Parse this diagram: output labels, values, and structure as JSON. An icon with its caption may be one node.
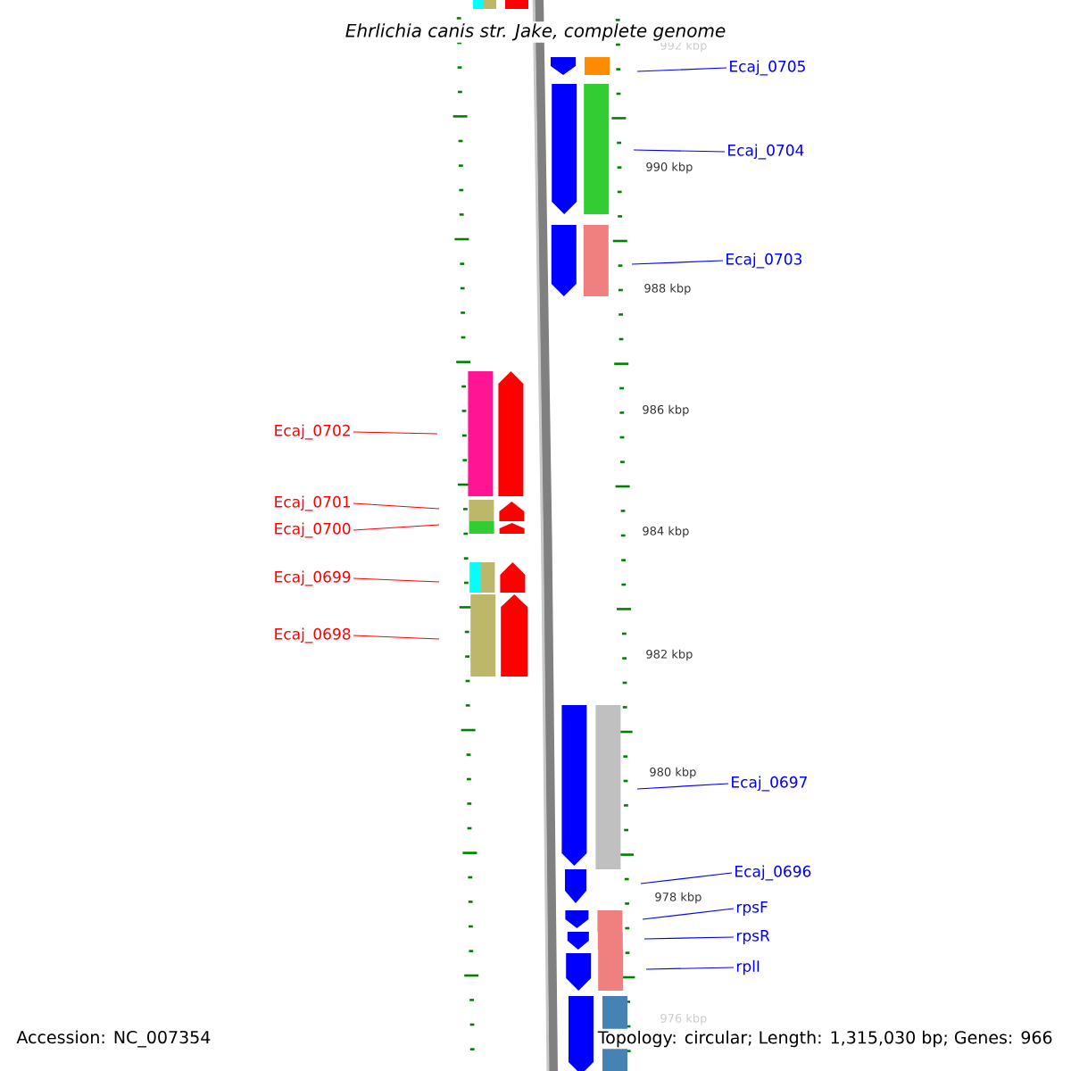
{
  "diagram": {
    "title": "*Ehrlichia canis* str. *Jake*, complete genome",
    "nodes": [
      {
        "text": [
          "Ecaj_0705"
        ]
      },
      {
        "text": [
          "Ecaj_0704"
        ]
      },
      {
        "text": [
          "Ecaj_0703"
        ]
      },
      {
        "text": [
          "Ecaj_0702"
        ]
      },
      {
        "text": [
          "Ecaj_0701"
        ]
      },
      {
        "text": [
          "Ecaj_0700"
        ]
      },
      {
        "text": [
          "Ecaj_0699"
        ]
      },
      {
        "text": [
          "Ecaj_0698"
        ]
      },
      {
        "text": [
          "Ecaj_0697"
        ]
      },
      {
        "text": [
          "Ecaj_0696"
        ]
      },
      {
        "text": [
          "rpsF"
        ]
      },
      {
        "text": [
          "rpsR"
        ]
      },
      {
        "text": [
          "rplI"
        ]
      }
    ],
    "edges": [
      {
        "from": 0,
        "to": null,
        "arrow": "none"
      },
      {
        "from": 1,
        "to": null,
        "arrow": "none"
      },
      {
        "from": 2,
        "to": null,
        "arrow": "none"
      },
      {
        "from": 3,
        "to": null,
        "arrow": "none",
        "color": "#ff0000"
      },
      {
        "from": 4,
        "to": null,
        "arrow": "none",
        "color": "#ff0000"
      },
      {
        "from": 5,
        "to": null,
        "arrow": "none",
        "color": "#ff0000"
      },
      {
        "from": 6,
        "to": null,
        "arrow": "none",
        "color": "#ff0000"
      },
      {
        "from": 7,
        "to": null,
        "arrow": "none",
        "color": "#ff0000"
      },
      {
        "from": 8,
        "to": null,
        "arrow": "none"
      },
      {
        "from": 9,
        "to": null,
        "arrow": "none"
      },
      {
        "from": 10,
        "to": null,
        "arrow": "none"
      },
      {
        "from": 11,
        "to": null,
        "arrow": "none"
      },
      {
        "from": 12,
        "to": null,
        "arrow": "none"
      }
    ],
    "labels": [
      "992 kbp",
      "990 kbp",
      "988 kbp",
      "986 kbp",
      "984 kbp",
      "982 kbp",
      "980 kbp",
      "978 kbp",
      "976 kbp",
      "Accession: NC_007354",
      "Topology: circular; Length: 1,315,030 bp; Genes: 966"
    ]
  }
}
